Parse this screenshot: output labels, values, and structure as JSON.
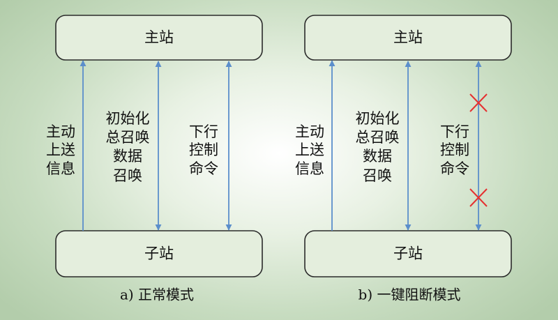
{
  "panels": [
    {
      "master_label": "主站",
      "slave_label": "子站",
      "caption": "a) 正常模式",
      "flows": [
        {
          "lines": [
            "主动",
            "上送",
            "信息"
          ],
          "direction": "up",
          "blocked": false
        },
        {
          "lines": [
            "初始化",
            "总召唤",
            "数据",
            "召唤"
          ],
          "direction": "both",
          "blocked": false
        },
        {
          "lines": [
            "下行",
            "控制",
            "命令"
          ],
          "direction": "both",
          "blocked": false
        }
      ]
    },
    {
      "master_label": "主站",
      "slave_label": "子站",
      "caption": "b) 一键阻断模式",
      "flows": [
        {
          "lines": [
            "主动",
            "上送",
            "信息"
          ],
          "direction": "up",
          "blocked": false
        },
        {
          "lines": [
            "初始化",
            "总召唤",
            "数据",
            "召唤"
          ],
          "direction": "both",
          "blocked": false
        },
        {
          "lines": [
            "下行",
            "控制",
            "命令"
          ],
          "direction": "both",
          "blocked": true
        }
      ]
    }
  ],
  "colors": {
    "arrow": "#5b8ecb",
    "cross": "#e53030",
    "box_fill": "#e4eedd"
  }
}
